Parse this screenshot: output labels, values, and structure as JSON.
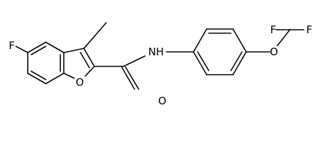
{
  "molecule": {
    "atoms": {
      "fluoro_left": "F",
      "furan_oxygen": "O",
      "carbonyl_oxygen": "O",
      "amide_nh": "NH",
      "ether_oxygen": "O",
      "difluoro_f1": "F",
      "difluoro_f2": "F"
    },
    "colors": {
      "bond": "#000000",
      "label": "#000000",
      "background": "#ffffff"
    }
  }
}
